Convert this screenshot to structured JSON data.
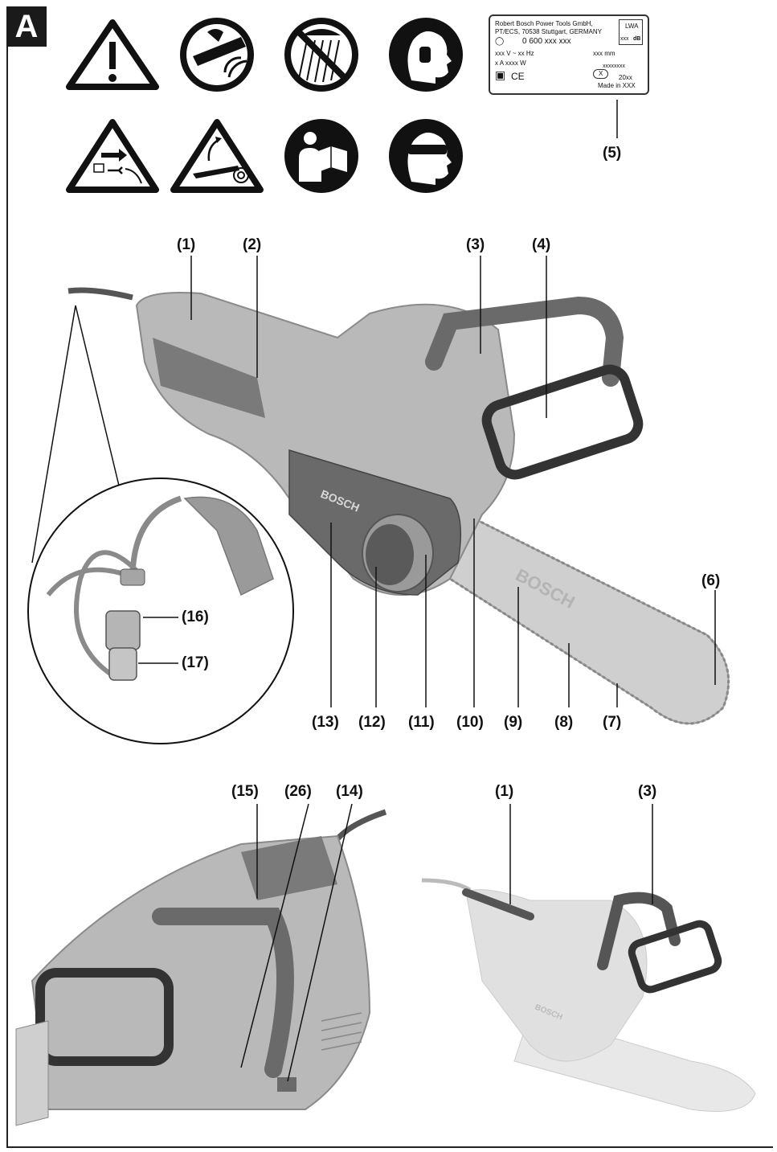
{
  "section_letter": "A",
  "nameplate": {
    "line1": "Robert Bosch Power Tools GmbH,",
    "line2": "PT/ECS, 70538 Stuttgart, GERMANY",
    "part_number": "0 600 xxx xxx",
    "voltage": "xxx V ~ xx Hz",
    "power": "x A xxxx W",
    "bar_length": "xxx mm",
    "serial": "xxxxxxxx",
    "year": "20xx",
    "made_in": "Made in XXX",
    "lwa_label": "LWA",
    "db_value": "xxx",
    "db_unit": "dB",
    "x_mark": "X",
    "ce_mark": "CE"
  },
  "brand": "BOSCH",
  "callouts": {
    "c1": "(1)",
    "c2": "(2)",
    "c3": "(3)",
    "c4": "(4)",
    "c5": "(5)",
    "c6": "(6)",
    "c7": "(7)",
    "c8": "(8)",
    "c9": "(9)",
    "c10": "(10)",
    "c11": "(11)",
    "c12": "(12)",
    "c13": "(13)",
    "c14": "(14)",
    "c15": "(15)",
    "c16": "(16)",
    "c17": "(17)",
    "c26": "(26)",
    "c1b": "(1)",
    "c3b": "(3)"
  },
  "warning_icons": [
    "general-warning-icon",
    "kickback-warning-icon",
    "no-rain-icon",
    "hearing-protection-icon",
    "unplug-warning-icon",
    "kickback-bar-icon",
    "read-manual-icon",
    "eye-protection-icon"
  ],
  "colors": {
    "body": "#b9b9b9",
    "dark": "#6a6a6a",
    "outline": "#1a1a1a",
    "watermark": "rgba(0,0,0,0.07)"
  }
}
